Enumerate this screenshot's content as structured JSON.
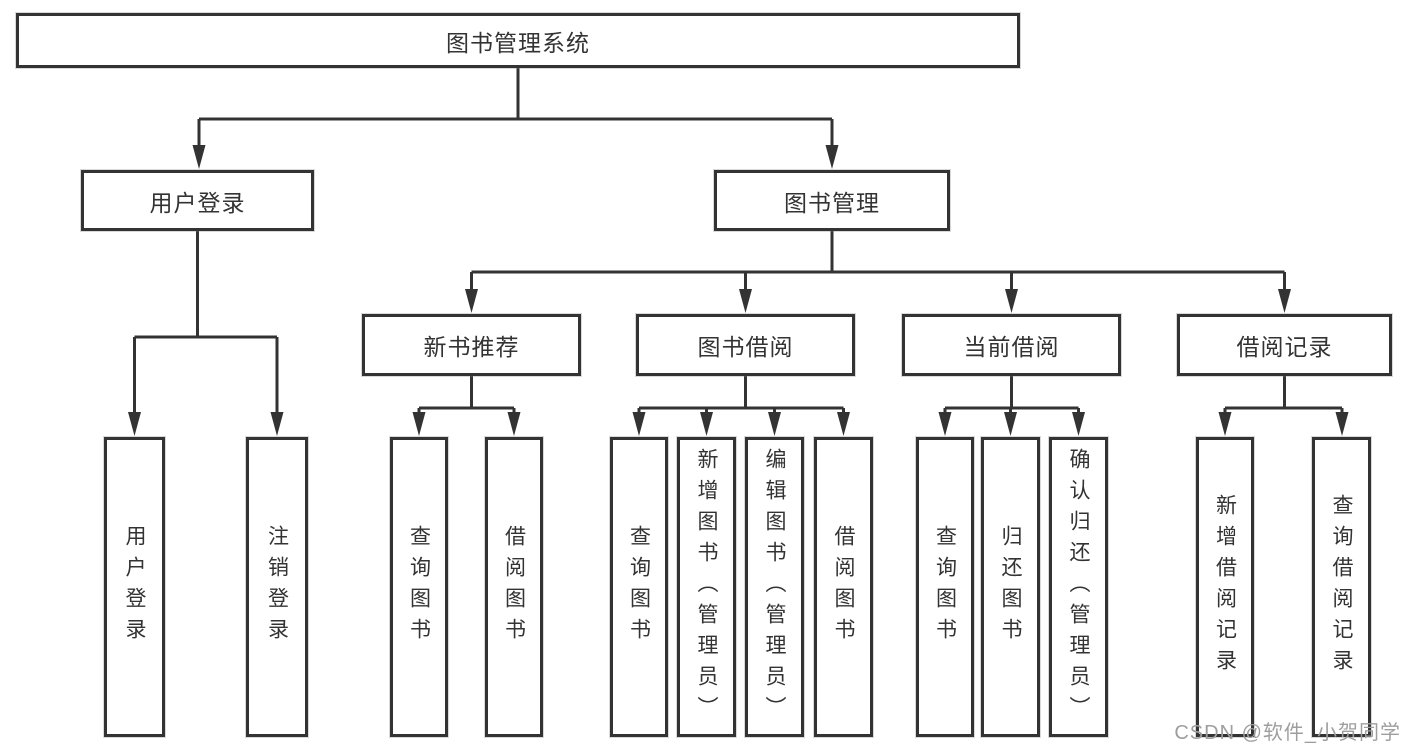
{
  "tree": {
    "root": {
      "label": "图书管理系统",
      "children": [
        {
          "label": "用户登录",
          "children": [
            {
              "label": "用户登录"
            },
            {
              "label": "注销登录"
            }
          ]
        },
        {
          "label": "图书管理",
          "children": [
            {
              "label": "新书推荐",
              "children": [
                {
                  "label": "查询图书"
                },
                {
                  "label": "借阅图书"
                }
              ]
            },
            {
              "label": "图书借阅",
              "children": [
                {
                  "label": "查询图书"
                },
                {
                  "label": "新增图书（管理员）"
                },
                {
                  "label": "编辑图书（管理员）"
                },
                {
                  "label": "借阅图书"
                }
              ]
            },
            {
              "label": "当前借阅",
              "children": [
                {
                  "label": "查询图书"
                },
                {
                  "label": "归还图书"
                },
                {
                  "label": "确认归还（管理员）"
                }
              ]
            },
            {
              "label": "借阅记录",
              "children": [
                {
                  "label": "新增借阅记录"
                },
                {
                  "label": "查询借阅记录"
                }
              ]
            }
          ]
        }
      ]
    }
  },
  "watermark": {
    "text": "CSDN @软件_小贺同学"
  },
  "colors": {
    "line": "#333333",
    "text": "#333333",
    "watermark": "#9e9e9e",
    "background": "#ffffff"
  }
}
